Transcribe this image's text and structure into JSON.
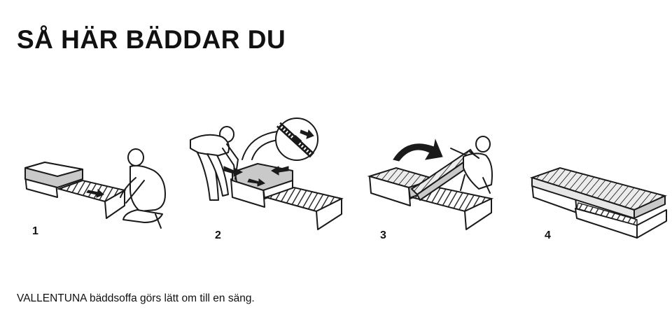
{
  "title": "SÅ HÄR BÄDDAR DU",
  "steps": [
    {
      "number": "1"
    },
    {
      "number": "2"
    },
    {
      "number": "3"
    },
    {
      "number": "4"
    }
  ],
  "caption": "VALLENTUNA bäddsoffa görs lätt om till en säng.",
  "colors": {
    "ink": "#1a1a1a",
    "cushion": "#c9c9c9",
    "background": "#ffffff"
  },
  "icons": [
    "person-kneeling-icon",
    "person-bending-icon",
    "person-lifting-icon",
    "zipper-detail-icon",
    "curved-arrow-icon"
  ]
}
